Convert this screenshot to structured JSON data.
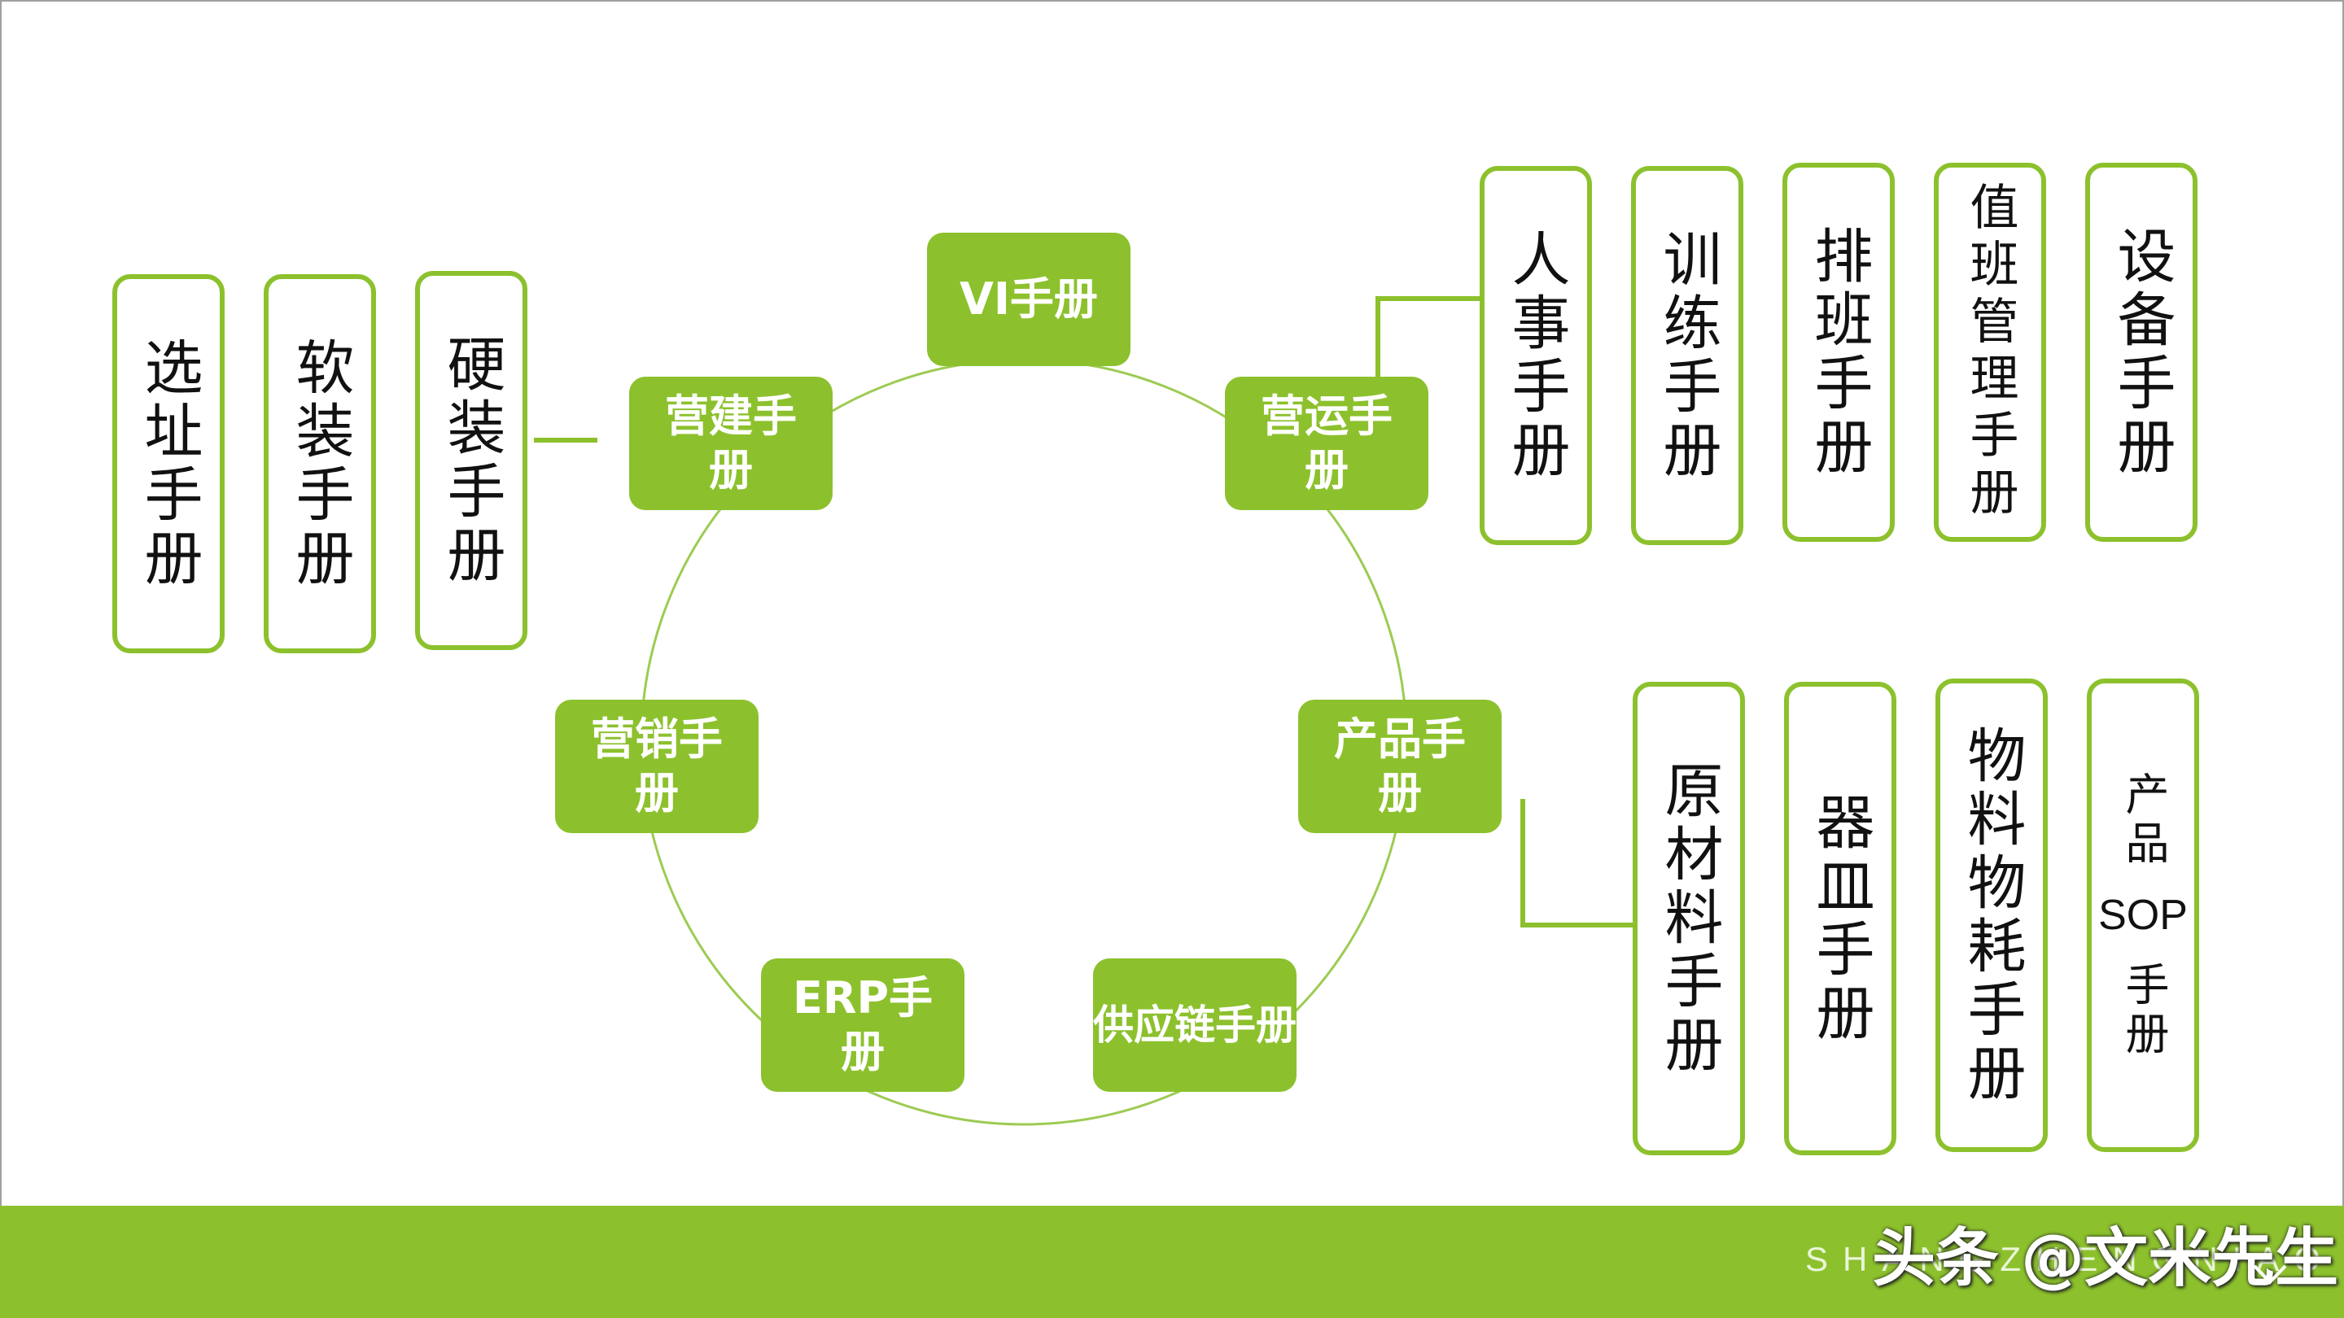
{
  "center_nodes": {
    "vi": "VI手册",
    "operation": "营运手册",
    "product": "产品手册",
    "supply": "供应链手册",
    "erp": "ERP手册",
    "marketing": "营销手册",
    "construction": "营建手册"
  },
  "construction_manuals": [
    "选址手册",
    "软装手册",
    "硬装手册"
  ],
  "operation_manuals": [
    "人事手册",
    "训练手册",
    "排班手册",
    "值班管理手册",
    "设备手册"
  ],
  "product_manuals": [
    "原材料手册",
    "器皿手册",
    "物料物耗手册"
  ],
  "product_sop": {
    "top": "产品",
    "mid": "SOP",
    "bottom": "手册"
  },
  "footer": {
    "faint_text": "SHANGZHENGNIAO",
    "watermark": "头条 @文米先生"
  },
  "colors": {
    "accent": "#8cc12d",
    "ring": "#9ccb52",
    "border": "#a0a0a0"
  }
}
